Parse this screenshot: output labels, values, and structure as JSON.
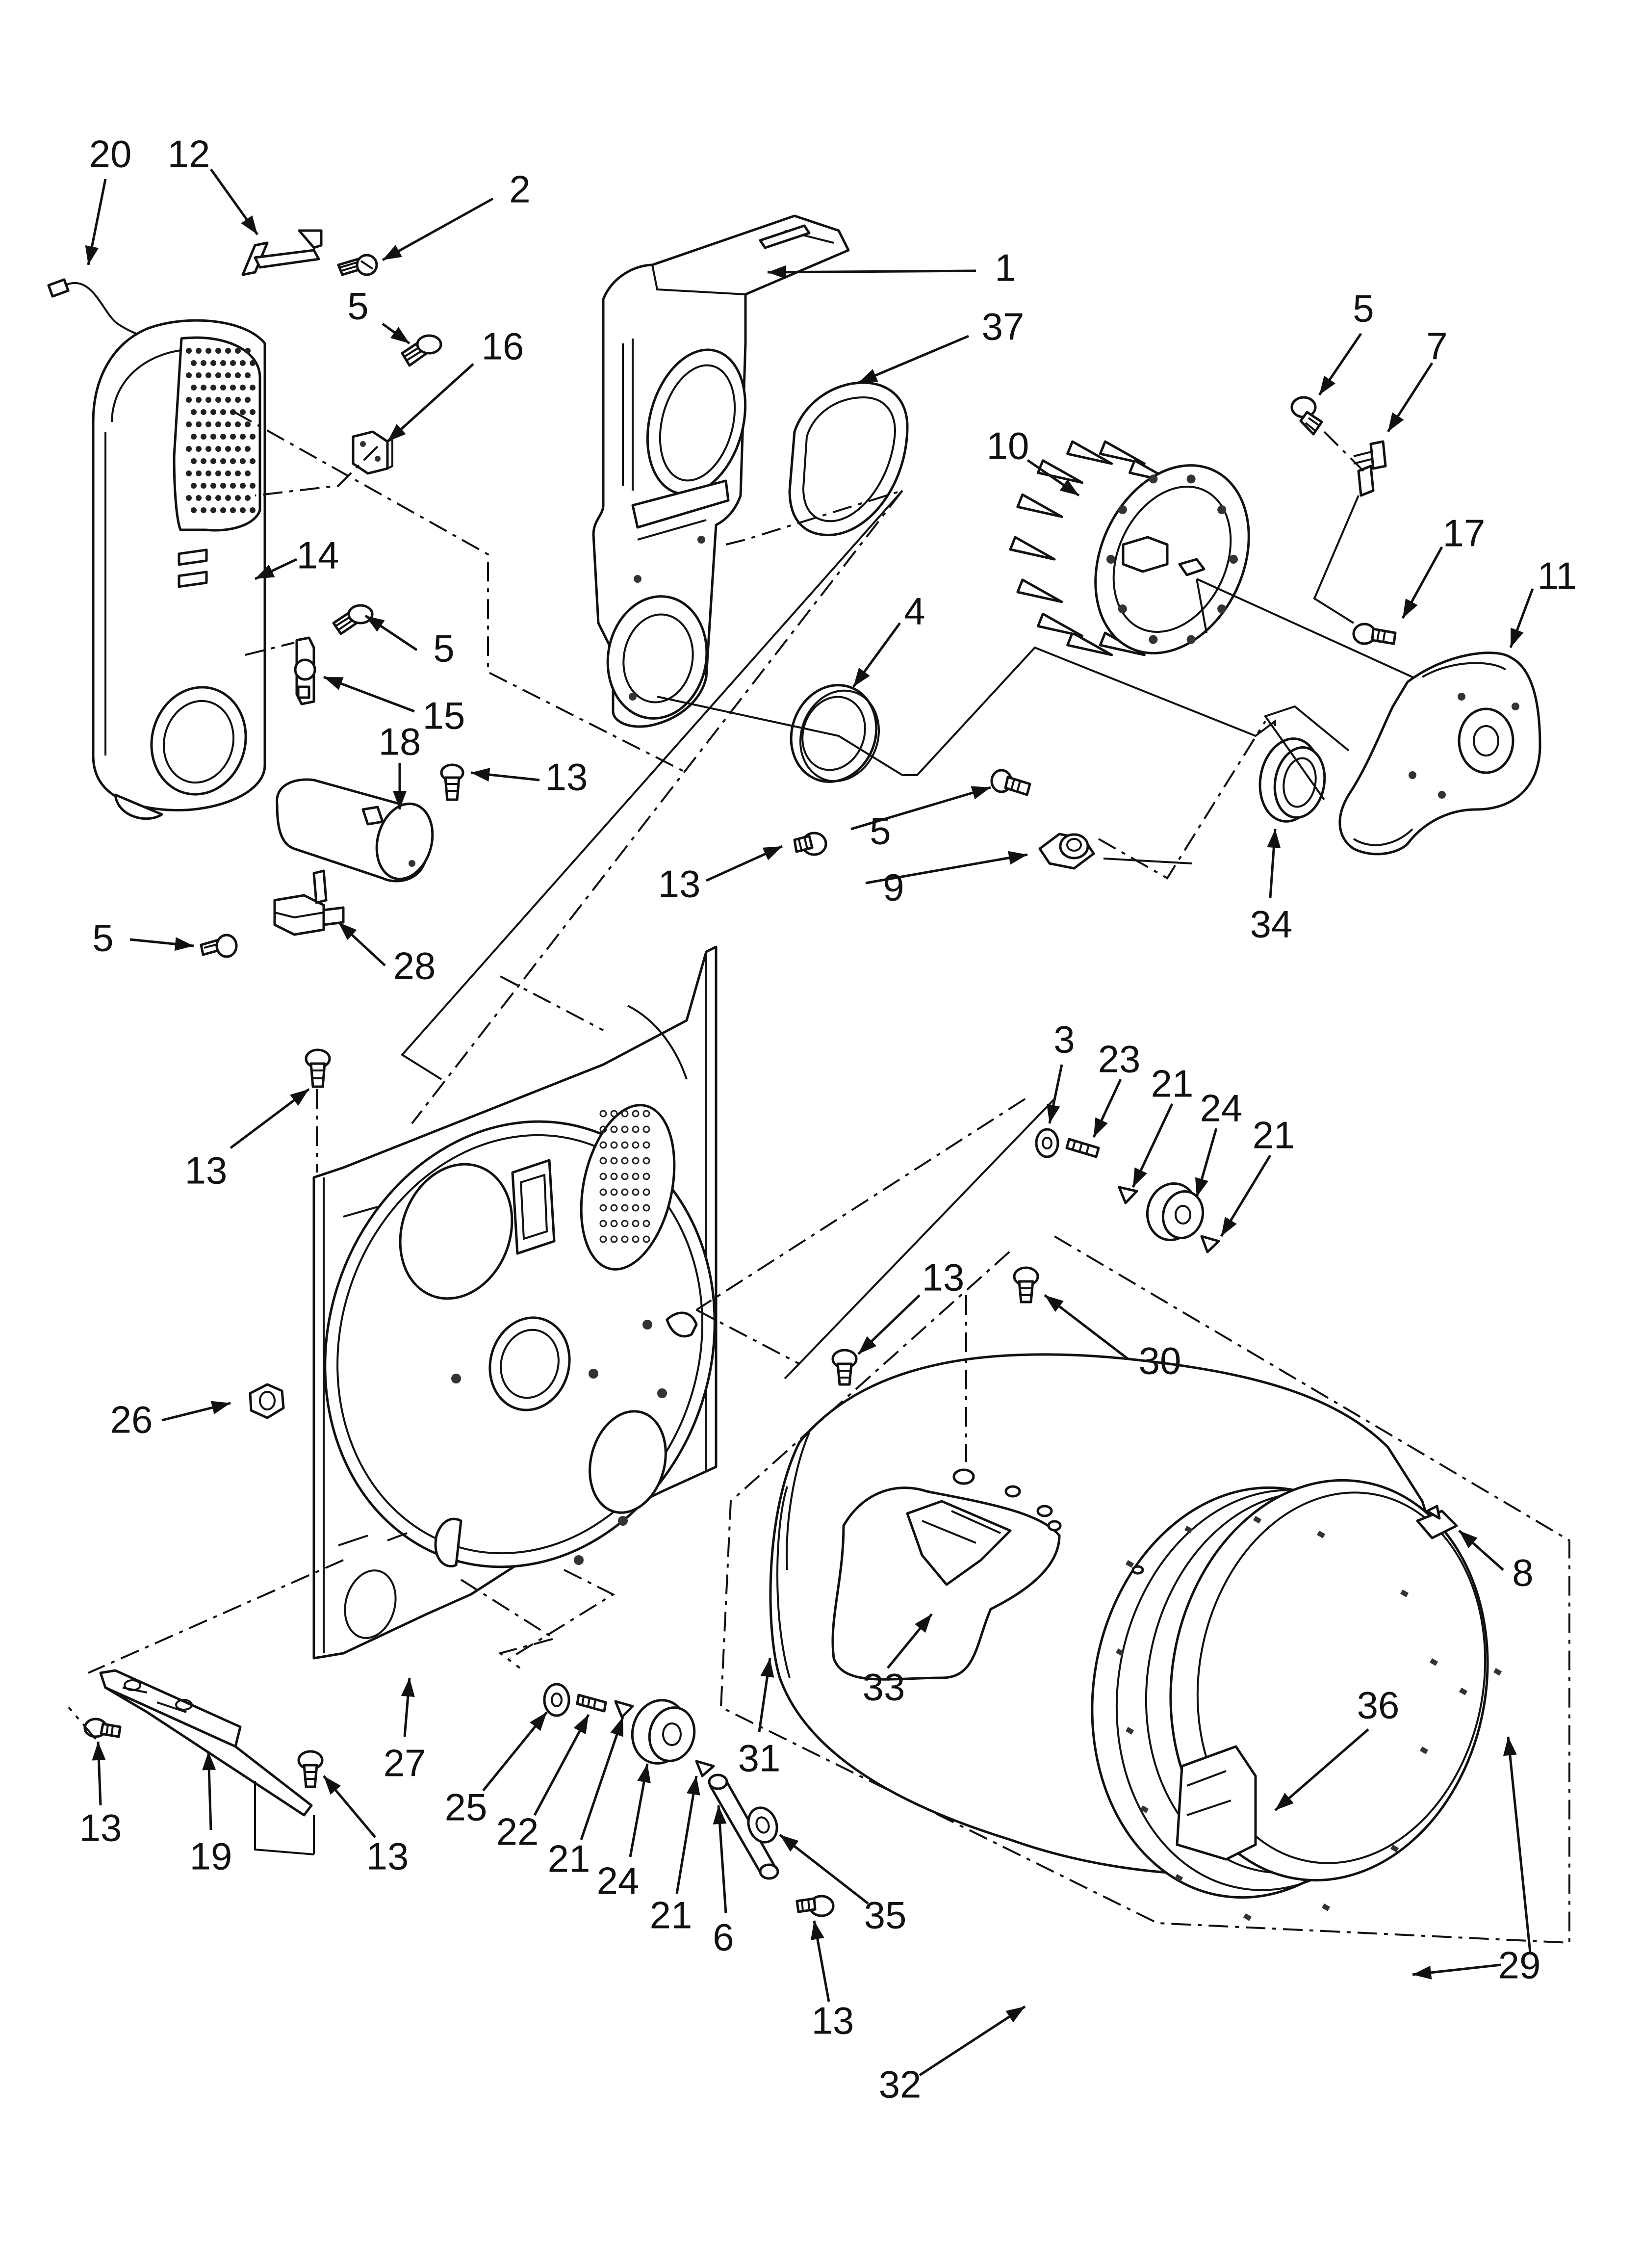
{
  "diagram": {
    "type": "exploded-parts-diagram",
    "callouts": [
      {
        "id": "c20a",
        "number": "20"
      },
      {
        "id": "c12a",
        "number": "12"
      },
      {
        "id": "c2a",
        "number": "2"
      },
      {
        "id": "c1a",
        "number": "1"
      },
      {
        "id": "c37a",
        "number": "37"
      },
      {
        "id": "c5a",
        "number": "5"
      },
      {
        "id": "c16a",
        "number": "16"
      },
      {
        "id": "c5b",
        "number": "5"
      },
      {
        "id": "c7a",
        "number": "7"
      },
      {
        "id": "c10a",
        "number": "10"
      },
      {
        "id": "c14a",
        "number": "14"
      },
      {
        "id": "c4a",
        "number": "4"
      },
      {
        "id": "c17a",
        "number": "17"
      },
      {
        "id": "c11a",
        "number": "11"
      },
      {
        "id": "c5c",
        "number": "5"
      },
      {
        "id": "c15a",
        "number": "15"
      },
      {
        "id": "c18a",
        "number": "18"
      },
      {
        "id": "c13a",
        "number": "13"
      },
      {
        "id": "c5d",
        "number": "5"
      },
      {
        "id": "c9a",
        "number": "9"
      },
      {
        "id": "c13b",
        "number": "13"
      },
      {
        "id": "c34a",
        "number": "34"
      },
      {
        "id": "c5e",
        "number": "5"
      },
      {
        "id": "c28a",
        "number": "28"
      },
      {
        "id": "c3a",
        "number": "3"
      },
      {
        "id": "c23a",
        "number": "23"
      },
      {
        "id": "c21a",
        "number": "21"
      },
      {
        "id": "c24a",
        "number": "24"
      },
      {
        "id": "c21b",
        "number": "21"
      },
      {
        "id": "c13c",
        "number": "13"
      },
      {
        "id": "c13d",
        "number": "13"
      },
      {
        "id": "c30a",
        "number": "30"
      },
      {
        "id": "c26a",
        "number": "26"
      },
      {
        "id": "c8a",
        "number": "8"
      },
      {
        "id": "c33a",
        "number": "33"
      },
      {
        "id": "c31a",
        "number": "31"
      },
      {
        "id": "c36a",
        "number": "36"
      },
      {
        "id": "c27a",
        "number": "27"
      },
      {
        "id": "c25a",
        "number": "25"
      },
      {
        "id": "c22a",
        "number": "22"
      },
      {
        "id": "c21c",
        "number": "21"
      },
      {
        "id": "c24b",
        "number": "24"
      },
      {
        "id": "c21d",
        "number": "21"
      },
      {
        "id": "c6a",
        "number": "6"
      },
      {
        "id": "c35a",
        "number": "35"
      },
      {
        "id": "c13e",
        "number": "13"
      },
      {
        "id": "c19a",
        "number": "19"
      },
      {
        "id": "c13f",
        "number": "13"
      },
      {
        "id": "c13g",
        "number": "13"
      },
      {
        "id": "c29a",
        "number": "29"
      },
      {
        "id": "c32a",
        "number": "32"
      }
    ]
  }
}
